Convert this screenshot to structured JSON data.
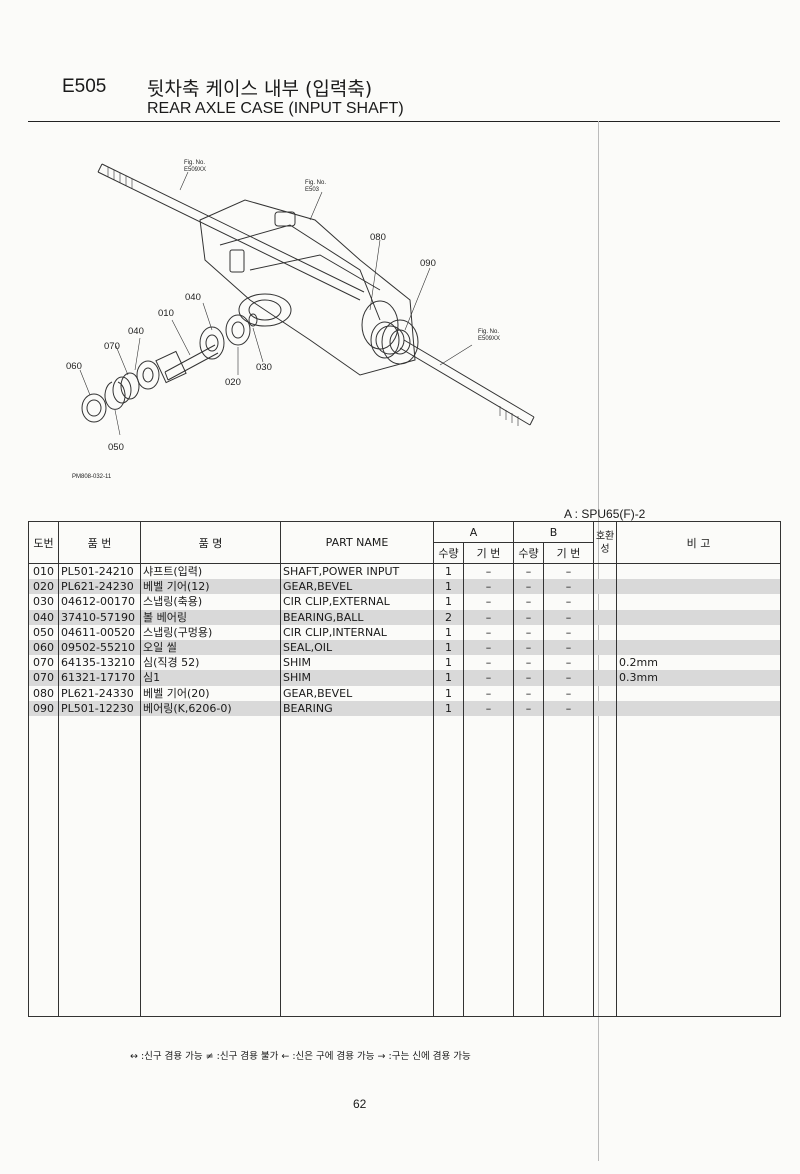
{
  "header": {
    "code": "E505",
    "title_ko": "뒷차축 케이스 내부 (입력축)",
    "title_en": "REAR AXLE CASE (INPUT SHAFT)"
  },
  "diagram": {
    "fig_refs": [
      {
        "label": "Fig. No.",
        "code": "E509XX"
      },
      {
        "label": "Fig. No.",
        "code": "E503"
      },
      {
        "label": "Fig. No.",
        "code": "E509XX"
      }
    ],
    "callouts": [
      "080",
      "090",
      "040",
      "010",
      "040",
      "070",
      "060",
      "050",
      "020",
      "030"
    ],
    "drawing_code": "PM808-032-11"
  },
  "model_line": "A : SPU65(F)-2",
  "table": {
    "headers": {
      "no": "도번",
      "part_no": "품 번",
      "name_ko": "품 명",
      "part_name": "PART NAME",
      "group_a": "A",
      "group_b": "B",
      "qty": "수량",
      "std": "기 번",
      "interchange": "호환성",
      "remarks": "비 고"
    },
    "rows": [
      {
        "no": "010",
        "part_no": "PL501-24210",
        "name_ko": "샤프트(입력)",
        "part_name": "SHAFT,POWER INPUT",
        "a_qty": "1",
        "a_std": "–",
        "b_qty": "–",
        "b_std": "–",
        "interchange": "",
        "remarks": ""
      },
      {
        "no": "020",
        "part_no": "PL621-24230",
        "name_ko": "베벨 기어(12)",
        "part_name": "GEAR,BEVEL",
        "a_qty": "1",
        "a_std": "–",
        "b_qty": "–",
        "b_std": "–",
        "interchange": "",
        "remarks": ""
      },
      {
        "no": "030",
        "part_no": "04612-00170",
        "name_ko": "스냅링(축용)",
        "part_name": "CIR CLIP,EXTERNAL",
        "a_qty": "1",
        "a_std": "–",
        "b_qty": "–",
        "b_std": "–",
        "interchange": "",
        "remarks": ""
      },
      {
        "no": "040",
        "part_no": "37410-57190",
        "name_ko": "볼 베어링",
        "part_name": "BEARING,BALL",
        "a_qty": "2",
        "a_std": "–",
        "b_qty": "–",
        "b_std": "–",
        "interchange": "",
        "remarks": ""
      },
      {
        "no": "050",
        "part_no": "04611-00520",
        "name_ko": "스냅링(구멍용)",
        "part_name": "CIR CLIP,INTERNAL",
        "a_qty": "1",
        "a_std": "–",
        "b_qty": "–",
        "b_std": "–",
        "interchange": "",
        "remarks": ""
      },
      {
        "no": "060",
        "part_no": "09502-55210",
        "name_ko": "오일 씰",
        "part_name": "SEAL,OIL",
        "a_qty": "1",
        "a_std": "–",
        "b_qty": "–",
        "b_std": "–",
        "interchange": "",
        "remarks": ""
      },
      {
        "no": "070",
        "part_no": "64135-13210",
        "name_ko": "심(직경 52)",
        "part_name": "SHIM",
        "a_qty": "1",
        "a_std": "–",
        "b_qty": "–",
        "b_std": "–",
        "interchange": "",
        "remarks": "0.2mm"
      },
      {
        "no": "070",
        "part_no": "61321-17170",
        "name_ko": "심1",
        "part_name": "SHIM",
        "a_qty": "1",
        "a_std": "–",
        "b_qty": "–",
        "b_std": "–",
        "interchange": "",
        "remarks": "0.3mm"
      },
      {
        "no": "080",
        "part_no": "PL621-24330",
        "name_ko": "베벨 기어(20)",
        "part_name": "GEAR,BEVEL",
        "a_qty": "1",
        "a_std": "–",
        "b_qty": "–",
        "b_std": "–",
        "interchange": "",
        "remarks": ""
      },
      {
        "no": "090",
        "part_no": "PL501-12230",
        "name_ko": "베어링(K,6206-0)",
        "part_name": "BEARING",
        "a_qty": "1",
        "a_std": "–",
        "b_qty": "–",
        "b_std": "–",
        "interchange": "",
        "remarks": ""
      }
    ]
  },
  "legend": "↔ :신구 겸용 가능   ≠ :신구 겸용 불가   ← :신은 구에 겸용 가능   → :구는 신에 겸용 가능",
  "page_number": "62"
}
